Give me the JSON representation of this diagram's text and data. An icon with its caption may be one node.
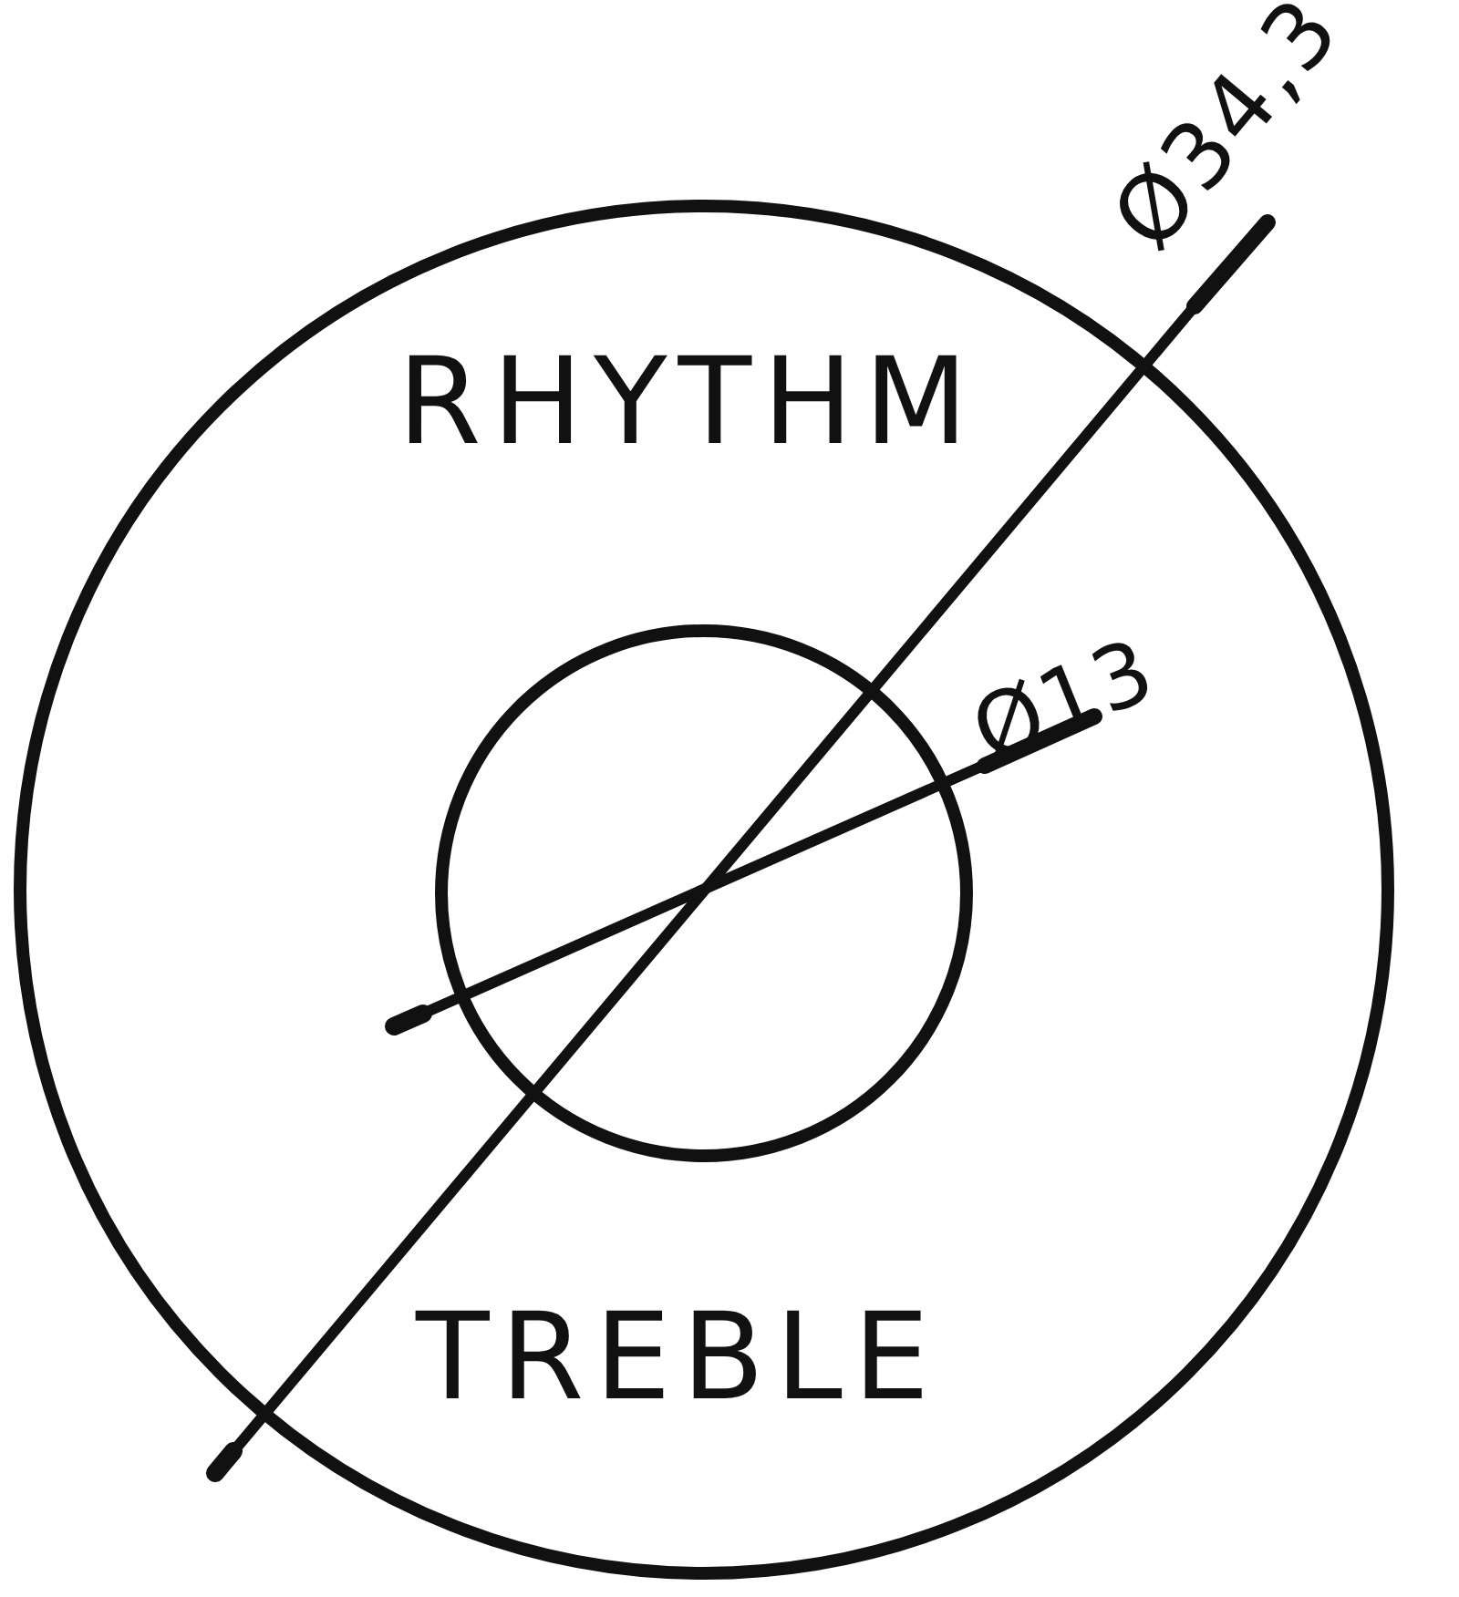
{
  "diagram": {
    "labels": [
      "RHYTHM",
      "Ø34,3",
      "Ø13",
      "TREBLE"
    ]
  }
}
